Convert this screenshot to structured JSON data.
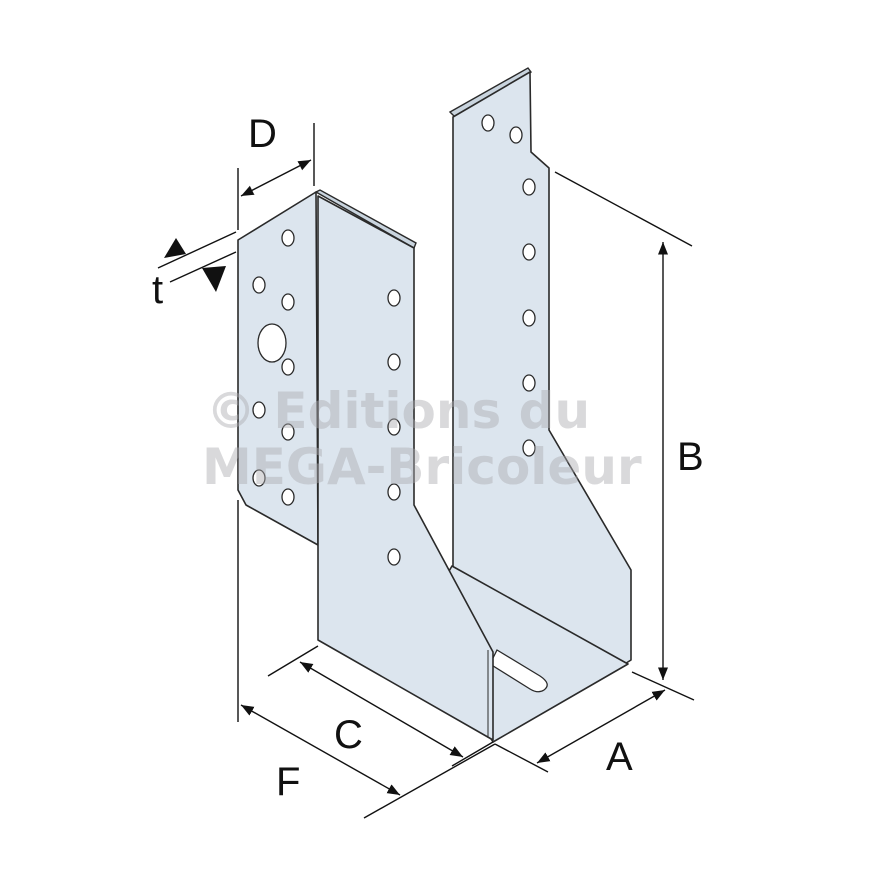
{
  "labels": {
    "D": "D",
    "t": "t",
    "B": "B",
    "C": "C",
    "A": "A",
    "F": "F"
  },
  "watermark": {
    "line1": "© Editions du",
    "line2": "MEGA-Bricoleur"
  },
  "colors": {
    "metal": "#dce5ee",
    "line": "#2a2a2a"
  }
}
